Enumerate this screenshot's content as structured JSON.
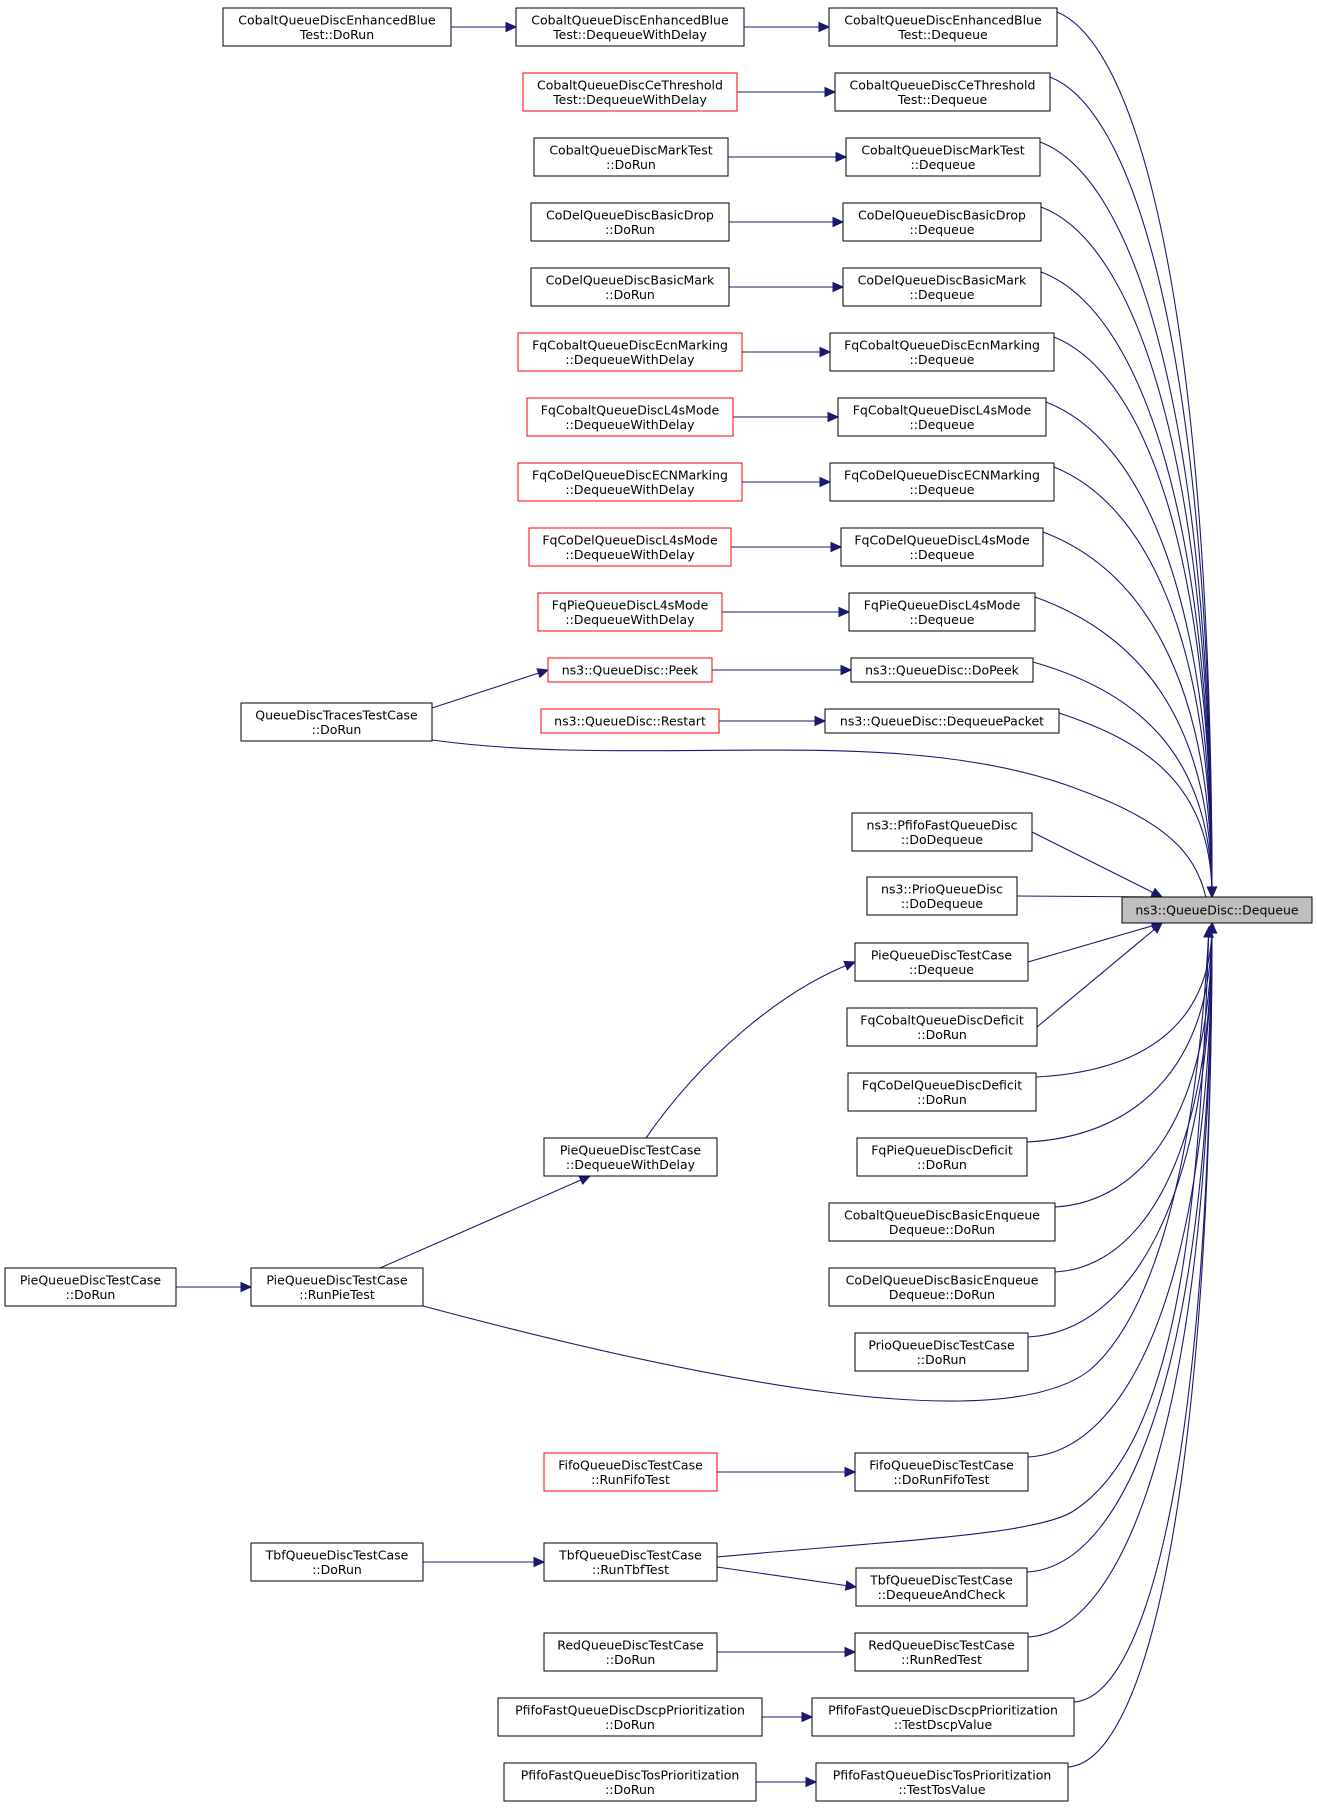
{
  "diagram": {
    "target": {
      "id": "target",
      "lines": [
        "ns3::QueueDisc::Dequeue"
      ]
    },
    "nodes": [
      {
        "id": "cbDeq",
        "lines": [
          "CobaltQueueDiscEnhancedBlue",
          "Test::Dequeue"
        ]
      },
      {
        "id": "cbDWD",
        "lines": [
          "CobaltQueueDiscEnhancedBlue",
          "Test::DequeueWithDelay"
        ]
      },
      {
        "id": "cbRun",
        "lines": [
          "CobaltQueueDiscEnhancedBlue",
          "Test::DoRun"
        ]
      },
      {
        "id": "ctDeq",
        "lines": [
          "CobaltQueueDiscCeThreshold",
          "Test::Dequeue"
        ]
      },
      {
        "id": "ctDWD",
        "lines": [
          "CobaltQueueDiscCeThreshold",
          "Test::DequeueWithDelay"
        ],
        "red": true
      },
      {
        "id": "cmDeq",
        "lines": [
          "CobaltQueueDiscMarkTest",
          "::Dequeue"
        ]
      },
      {
        "id": "cmRun",
        "lines": [
          "CobaltQueueDiscMarkTest",
          "::DoRun"
        ]
      },
      {
        "id": "cdDeq",
        "lines": [
          "CoDelQueueDiscBasicDrop",
          "::Dequeue"
        ]
      },
      {
        "id": "cdRun",
        "lines": [
          "CoDelQueueDiscBasicDrop",
          "::DoRun"
        ]
      },
      {
        "id": "cmkDeq",
        "lines": [
          "CoDelQueueDiscBasicMark",
          "::Dequeue"
        ]
      },
      {
        "id": "cmkRun",
        "lines": [
          "CoDelQueueDiscBasicMark",
          "::DoRun"
        ]
      },
      {
        "id": "fceDeq",
        "lines": [
          "FqCobaltQueueDiscEcnMarking",
          "::Dequeue"
        ]
      },
      {
        "id": "fceDWD",
        "lines": [
          "FqCobaltQueueDiscEcnMarking",
          "::DequeueWithDelay"
        ],
        "red": true
      },
      {
        "id": "fclDeq",
        "lines": [
          "FqCobaltQueueDiscL4sMode",
          "::Dequeue"
        ]
      },
      {
        "id": "fclDWD",
        "lines": [
          "FqCobaltQueueDiscL4sMode",
          "::DequeueWithDelay"
        ],
        "red": true
      },
      {
        "id": "fdeDeq",
        "lines": [
          "FqCoDelQueueDiscECNMarking",
          "::Dequeue"
        ]
      },
      {
        "id": "fdeDWD",
        "lines": [
          "FqCoDelQueueDiscECNMarking",
          "::DequeueWithDelay"
        ],
        "red": true
      },
      {
        "id": "fdlDeq",
        "lines": [
          "FqCoDelQueueDiscL4sMode",
          "::Dequeue"
        ]
      },
      {
        "id": "fdlDWD",
        "lines": [
          "FqCoDelQueueDiscL4sMode",
          "::DequeueWithDelay"
        ],
        "red": true
      },
      {
        "id": "fplDeq",
        "lines": [
          "FqPieQueueDiscL4sMode",
          "::Dequeue"
        ]
      },
      {
        "id": "fplDWD",
        "lines": [
          "FqPieQueueDiscL4sMode",
          "::DequeueWithDelay"
        ],
        "red": true
      },
      {
        "id": "doPeek",
        "lines": [
          "ns3::QueueDisc::DoPeek"
        ]
      },
      {
        "id": "peek",
        "lines": [
          "ns3::QueueDisc::Peek"
        ],
        "red": true
      },
      {
        "id": "dqPkt",
        "lines": [
          "ns3::QueueDisc::DequeuePacket"
        ]
      },
      {
        "id": "restart",
        "lines": [
          "ns3::QueueDisc::Restart"
        ],
        "red": true
      },
      {
        "id": "qdtRun",
        "lines": [
          "QueueDiscTracesTestCase",
          "::DoRun"
        ]
      },
      {
        "id": "pfDeq",
        "lines": [
          "ns3::PfifoFastQueueDisc",
          "::DoDequeue"
        ]
      },
      {
        "id": "prDeq",
        "lines": [
          "ns3::PrioQueueDisc",
          "::DoDequeue"
        ]
      },
      {
        "id": "pieDeq",
        "lines": [
          "PieQueueDiscTestCase",
          "::Dequeue"
        ]
      },
      {
        "id": "fcdRun",
        "lines": [
          "FqCobaltQueueDiscDeficit",
          "::DoRun"
        ]
      },
      {
        "id": "fddRun",
        "lines": [
          "FqCoDelQueueDiscDeficit",
          "::DoRun"
        ]
      },
      {
        "id": "fpdRun",
        "lines": [
          "FqPieQueueDiscDeficit",
          "::DoRun"
        ]
      },
      {
        "id": "cbeRun",
        "lines": [
          "CobaltQueueDiscBasicEnqueue",
          "Dequeue::DoRun"
        ]
      },
      {
        "id": "cdeRun",
        "lines": [
          "CoDelQueueDiscBasicEnqueue",
          "Dequeue::DoRun"
        ]
      },
      {
        "id": "prioRun",
        "lines": [
          "PrioQueueDiscTestCase",
          "::DoRun"
        ]
      },
      {
        "id": "pieDWD",
        "lines": [
          "PieQueueDiscTestCase",
          "::DequeueWithDelay"
        ]
      },
      {
        "id": "pieRPT",
        "lines": [
          "PieQueueDiscTestCase",
          "::RunPieTest"
        ]
      },
      {
        "id": "pieRun",
        "lines": [
          "PieQueueDiscTestCase",
          "::DoRun"
        ]
      },
      {
        "id": "fifoDRF",
        "lines": [
          "FifoQueueDiscTestCase",
          "::DoRunFifoTest"
        ]
      },
      {
        "id": "fifoRF",
        "lines": [
          "FifoQueueDiscTestCase",
          "::RunFifoTest"
        ],
        "red": true
      },
      {
        "id": "tbfRTT",
        "lines": [
          "TbfQueueDiscTestCase",
          "::RunTbfTest"
        ]
      },
      {
        "id": "tbfRun",
        "lines": [
          "TbfQueueDiscTestCase",
          "::DoRun"
        ]
      },
      {
        "id": "tbfDAC",
        "lines": [
          "TbfQueueDiscTestCase",
          "::DequeueAndCheck"
        ]
      },
      {
        "id": "redRRT",
        "lines": [
          "RedQueueDiscTestCase",
          "::RunRedTest"
        ]
      },
      {
        "id": "redRun",
        "lines": [
          "RedQueueDiscTestCase",
          "::DoRun"
        ]
      },
      {
        "id": "pdTDV",
        "lines": [
          "PfifoFastQueueDiscDscpPrioritization",
          "::TestDscpValue"
        ]
      },
      {
        "id": "pdRun",
        "lines": [
          "PfifoFastQueueDiscDscpPrioritization",
          "::DoRun"
        ]
      },
      {
        "id": "ptTTV",
        "lines": [
          "PfifoFastQueueDiscTosPrioritization",
          "::TestTosValue"
        ]
      },
      {
        "id": "ptRun",
        "lines": [
          "PfifoFastQueueDiscTosPrioritization",
          "::DoRun"
        ]
      }
    ],
    "edges": [
      [
        "cbDWD",
        "cbDeq"
      ],
      [
        "cbRun",
        "cbDWD"
      ],
      [
        "ctDWD",
        "ctDeq"
      ],
      [
        "cmRun",
        "cmDeq"
      ],
      [
        "cdRun",
        "cdDeq"
      ],
      [
        "cmkRun",
        "cmkDeq"
      ],
      [
        "fceDWD",
        "fceDeq"
      ],
      [
        "fclDWD",
        "fclDeq"
      ],
      [
        "fdeDWD",
        "fdeDeq"
      ],
      [
        "fdlDWD",
        "fdlDeq"
      ],
      [
        "fplDWD",
        "fplDeq"
      ],
      [
        "peek",
        "doPeek"
      ],
      [
        "qdtRun",
        "peek"
      ],
      [
        "restart",
        "dqPkt"
      ],
      [
        "pieDWD",
        "pieDeq"
      ],
      [
        "pieRPT",
        "pieDWD"
      ],
      [
        "pieRun",
        "pieRPT"
      ],
      [
        "fifoRF",
        "fifoDRF"
      ],
      [
        "tbfRun",
        "tbfRTT"
      ],
      [
        "tbfRTT",
        "tbfDAC"
      ],
      [
        "redRun",
        "redRRT"
      ],
      [
        "pdRun",
        "pdTDV"
      ],
      [
        "ptRun",
        "ptTTV"
      ],
      [
        "cbDeq",
        "target"
      ],
      [
        "ctDeq",
        "target"
      ],
      [
        "cmDeq",
        "target"
      ],
      [
        "cdDeq",
        "target"
      ],
      [
        "cmkDeq",
        "target"
      ],
      [
        "fceDeq",
        "target"
      ],
      [
        "fclDeq",
        "target"
      ],
      [
        "fdeDeq",
        "target"
      ],
      [
        "fdlDeq",
        "target"
      ],
      [
        "fplDeq",
        "target"
      ],
      [
        "doPeek",
        "target"
      ],
      [
        "dqPkt",
        "target"
      ],
      [
        "qdtRun",
        "target"
      ],
      [
        "pfDeq",
        "target"
      ],
      [
        "prDeq",
        "target"
      ],
      [
        "pieDeq",
        "target"
      ],
      [
        "fcdRun",
        "target"
      ],
      [
        "fddRun",
        "target"
      ],
      [
        "fpdRun",
        "target"
      ],
      [
        "cbeRun",
        "target"
      ],
      [
        "cdeRun",
        "target"
      ],
      [
        "prioRun",
        "target"
      ],
      [
        "pieRPT",
        "target"
      ],
      [
        "fifoDRF",
        "target"
      ],
      [
        "tbfRTT",
        "target"
      ],
      [
        "tbfDAC",
        "target"
      ],
      [
        "redRRT",
        "target"
      ],
      [
        "pdTDV",
        "target"
      ],
      [
        "ptTTV",
        "target"
      ]
    ]
  }
}
